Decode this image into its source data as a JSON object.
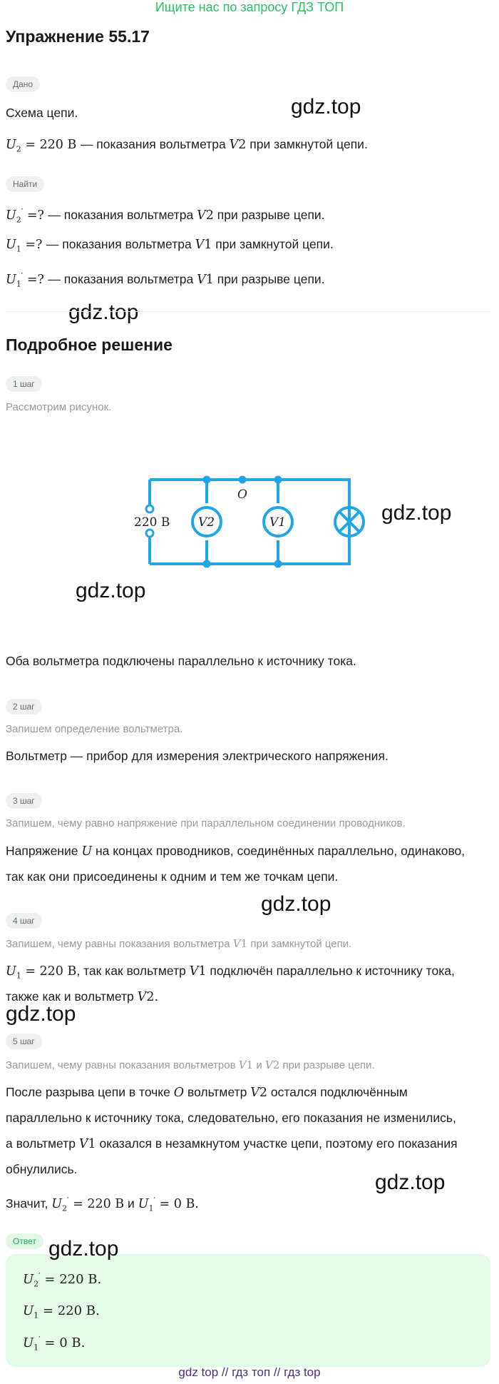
{
  "promo": "Ищите нас по запросу ГДЗ ТОП",
  "title": "Упражнение 55.17",
  "given": {
    "chip": "Дано",
    "line1": "Схема цепи.",
    "line2_text": "— показания вольтметра",
    "line2_tail": "при замкнутой цепи."
  },
  "find": {
    "chip": "Найти",
    "line1_text": "— показания вольтметра",
    "line1_tail": "при разрыве цепи.",
    "line2_text": "— показания вольтметра",
    "line2_tail": "при замкнутой цепи.",
    "line3_text": "— показания вольтметра",
    "line3_tail": "при разрыве цепи."
  },
  "solution_title": "Подробное решение",
  "steps": {
    "s1_chip": "1 шаг",
    "s1_hint": "Рассмотрим рисунок.",
    "s1_text": "Оба вольтметра подключены параллельно к источнику тока.",
    "s2_chip": "2 шаг",
    "s2_hint": "Запишем определение вольтметра.",
    "s2_text": "Вольтметр — прибор для измерения электрического напряжения.",
    "s3_chip": "3 шаг",
    "s3_hint": "Запишем, чему равно напряжение при параллельном соединении проводников.",
    "s3_text_a": "Напряжение",
    "s3_text_b": "на концах проводников, соединённых параллельно, одинаково,",
    "s3_text_c": "так как они присоединены к одним и тем же точкам цепи.",
    "s4_chip": "4 шаг",
    "s4_hint_a": "Запишем, чему равны показания вольтметра",
    "s4_hint_b": "при замкнутой цепи.",
    "s4_text_a": ", так как вольтметр",
    "s4_text_b": "подключён параллельно к источнику тока,",
    "s4_text_c": "также как и вольтметр",
    "s5_chip": "5 шаг",
    "s5_hint_a": "Запишем, чему равны показания вольтметров",
    "s5_hint_and": "и",
    "s5_hint_b": "при разрыве цепи.",
    "s5_l1_a": "После разрыва цепи в точке",
    "s5_l1_b": "вольтметр",
    "s5_l1_c": "остался подключённым",
    "s5_l2": "параллельно к источнику тока, следовательно, его показания не изменились,",
    "s5_l3_a": "а вольтметр",
    "s5_l3_b": "оказался в незамкнутом участке цепи, поэтому его показания",
    "s5_l4": "обнулились.",
    "s5_l5_a": "Значит,",
    "s5_l5_and": "и"
  },
  "diagram": {
    "source": "220 В",
    "node": "O",
    "v2": "V2",
    "v1": "V1",
    "wire_color": "#1ea7e4"
  },
  "answer_chip": "Ответ",
  "watermark": "gdz.top",
  "footer": "gdz top  //  гдз топ  //  гдз top",
  "colors": {
    "promo": "#22c55e",
    "answer_bg": "#e4fbea",
    "footer": "#4a2c8a"
  }
}
